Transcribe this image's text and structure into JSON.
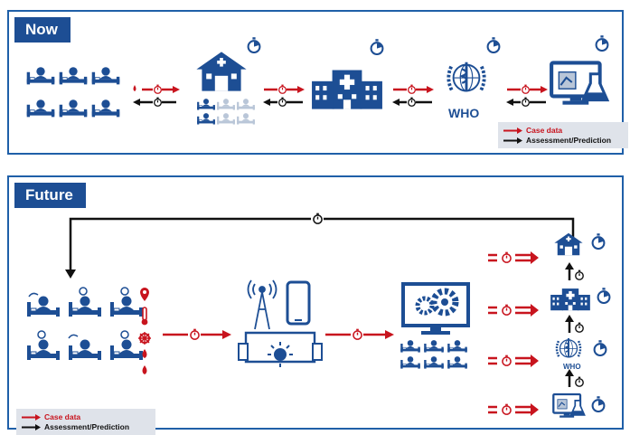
{
  "panels": {
    "now": {
      "title": "Now"
    },
    "future": {
      "title": "Future"
    }
  },
  "legend": {
    "case_data": "Case data",
    "assessment": "Assessment/Prediction"
  },
  "labels": {
    "who": "WHO"
  },
  "colors": {
    "blue": "#1d4e94",
    "red": "#c8141e",
    "black": "#111111",
    "legend_bg": "#dfe3ea"
  },
  "icons": [
    "hospital-bed-icon",
    "clinic-icon",
    "hospital-icon",
    "who-emblem-icon",
    "lab-monitor-icon",
    "stopwatch-icon",
    "cell-tower-icon",
    "smartphone-icon",
    "location-pin-icon",
    "thermometer-icon",
    "virus-icon",
    "drop-icon",
    "server-monitor-icon"
  ]
}
